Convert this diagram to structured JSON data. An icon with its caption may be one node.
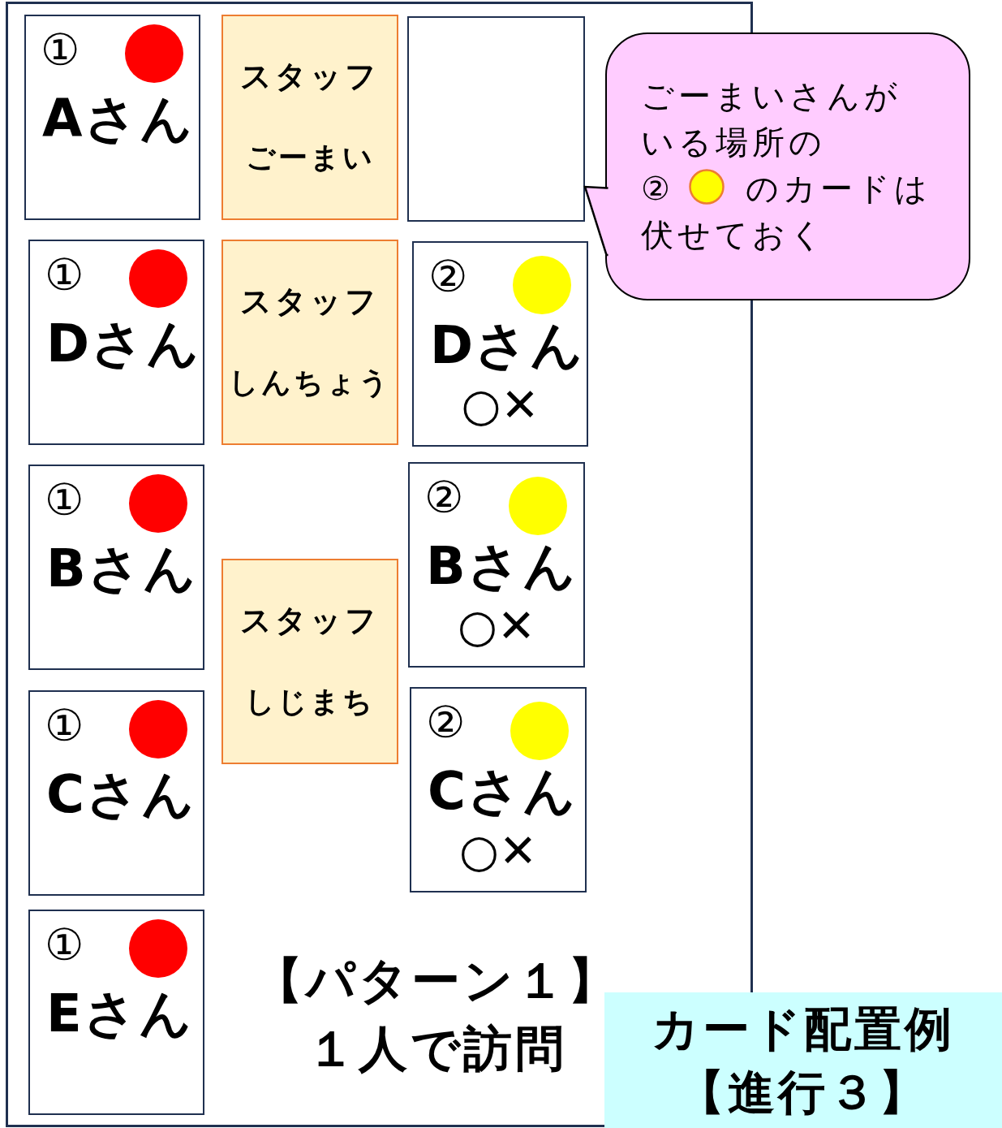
{
  "diagram": {
    "nodes": [
      {
        "text": [
          "【パターン１】１人で訪問"
        ]
      },
      {
        "text": [
          "①",
          "Aさん"
        ],
        "in": 0
      },
      {
        "text": [
          "スタッフ",
          "ごーまい"
        ],
        "in": 0
      },
      {
        "text": [],
        "shape": "box",
        "in": 0
      },
      {
        "text": [
          "ごーまいさんがいる場所の",
          "②",
          "のカードは伏せておく"
        ]
      },
      {
        "text": [
          "①",
          "Dさん"
        ],
        "in": 0
      },
      {
        "text": [
          "スタッフ",
          "しんちょう"
        ],
        "in": 0
      },
      {
        "text": [
          "②",
          "Dさん",
          "○✕"
        ],
        "in": 0
      },
      {
        "text": [
          "①",
          "Bさん"
        ],
        "in": 0
      },
      {
        "text": [
          "②",
          "Bさん",
          "○✕"
        ],
        "in": 0
      },
      {
        "text": [
          "スタッフ",
          "しじまち"
        ],
        "in": 0
      },
      {
        "text": [
          "①",
          "Cさん"
        ],
        "in": 0
      },
      {
        "text": [
          "②",
          "Cさん",
          "○✕"
        ],
        "in": 0
      },
      {
        "text": [
          "①",
          "Eさん"
        ],
        "in": 0
      },
      {
        "text": [
          "カード配置例【進行３】"
        ]
      }
    ],
    "edges": [
      {
        "from": 4,
        "to": 3,
        "arrow": "none"
      }
    ]
  }
}
